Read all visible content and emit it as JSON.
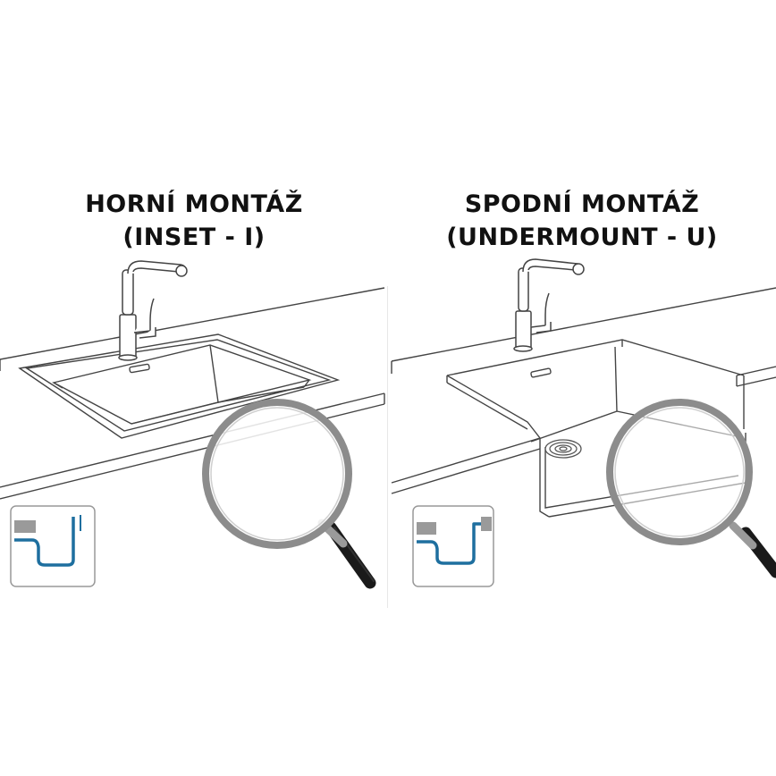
{
  "panels": [
    {
      "id": "inset",
      "title_line1": "HORNÍ MONTÁŽ",
      "title_line2": "(INSET - I)"
    },
    {
      "id": "undermount",
      "title_line1": "SPODNÍ MONTÁŽ",
      "title_line2": "(UNDERMOUNT - U)"
    }
  ],
  "colors": {
    "line": "#333333",
    "profile_accent": "#1e6f9f",
    "countertop_gray": "#9a9a9a",
    "magnifier_rim": "#8c8c8c",
    "handle": "#1a1a1a"
  },
  "icons": [
    "faucet-icon",
    "magnifying-glass-icon",
    "profile-diagram-icon",
    "drain-strainer-icon"
  ]
}
